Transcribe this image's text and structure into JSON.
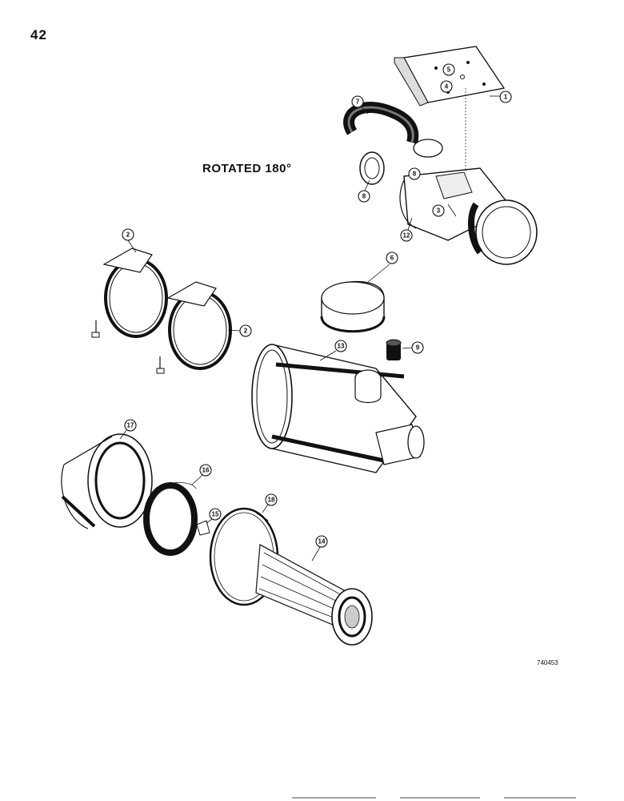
{
  "page": {
    "number": "42",
    "rotated_label": "ROTATED 180°",
    "figure_id": "740453"
  },
  "callouts": {
    "c1": "1",
    "c2a": "2",
    "c2b": "2",
    "c3": "3",
    "c4": "4",
    "c5": "5",
    "c6": "6",
    "c7": "7",
    "c8a": "8",
    "c8b": "8",
    "c9": "9",
    "c12": "12",
    "c13": "13",
    "c14": "14",
    "c15": "15",
    "c16": "16",
    "c17": "17",
    "c18": "18"
  }
}
